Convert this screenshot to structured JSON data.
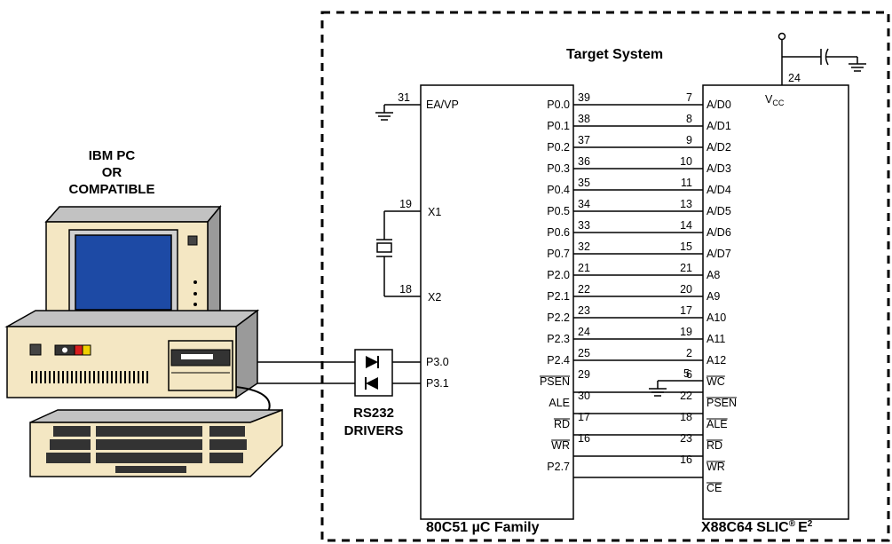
{
  "target_system_title": "Target System",
  "pc_label": [
    "IBM PC",
    "OR",
    "COMPATIBLE"
  ],
  "rs232_label": [
    "RS232",
    "DRIVERS"
  ],
  "mcu": {
    "caption": "80C51 µC Family",
    "left_pins": [
      {
        "name": "EA/VP",
        "num": "31"
      },
      {
        "name": "X1",
        "num": "19"
      },
      {
        "name": "X2",
        "num": "18"
      },
      {
        "name": "P3.0",
        "num": ""
      },
      {
        "name": "P3.1",
        "num": ""
      }
    ],
    "right_pins": [
      {
        "name": "P0.0",
        "num": "39",
        "bar": false
      },
      {
        "name": "P0.1",
        "num": "38",
        "bar": false
      },
      {
        "name": "P0.2",
        "num": "37",
        "bar": false
      },
      {
        "name": "P0.3",
        "num": "36",
        "bar": false
      },
      {
        "name": "P0.4",
        "num": "35",
        "bar": false
      },
      {
        "name": "P0.5",
        "num": "34",
        "bar": false
      },
      {
        "name": "P0.6",
        "num": "33",
        "bar": false
      },
      {
        "name": "P0.7",
        "num": "32",
        "bar": false
      },
      {
        "name": "P2.0",
        "num": "21",
        "bar": false
      },
      {
        "name": "P2.1",
        "num": "22",
        "bar": false
      },
      {
        "name": "P2.2",
        "num": "23",
        "bar": false
      },
      {
        "name": "P2.3",
        "num": "24",
        "bar": false
      },
      {
        "name": "P2.4",
        "num": "25",
        "bar": false
      },
      {
        "name": "PSEN",
        "num": "29",
        "bar": true
      },
      {
        "name": "ALE",
        "num": "30",
        "bar": false
      },
      {
        "name": "RD",
        "num": "17",
        "bar": true
      },
      {
        "name": "WR",
        "num": "16",
        "bar": true
      },
      {
        "name": "P2.7",
        "num": "",
        "bar": false
      }
    ]
  },
  "eeprom": {
    "caption_main": "X88C64 SLIC",
    "caption_reg": "®",
    "caption_e": "E",
    "caption_sup": "2",
    "vcc_label": "V",
    "vcc_sub": "CC",
    "vcc_pin": "24",
    "pins": [
      {
        "name": "A/D0",
        "num": "7",
        "bar": false
      },
      {
        "name": "A/D1",
        "num": "8",
        "bar": false
      },
      {
        "name": "A/D2",
        "num": "9",
        "bar": false
      },
      {
        "name": "A/D3",
        "num": "10",
        "bar": false
      },
      {
        "name": "A/D4",
        "num": "11",
        "bar": false
      },
      {
        "name": "A/D5",
        "num": "13",
        "bar": false
      },
      {
        "name": "A/D6",
        "num": "14",
        "bar": false
      },
      {
        "name": "A/D7",
        "num": "15",
        "bar": false
      },
      {
        "name": "A8",
        "num": "21",
        "bar": false
      },
      {
        "name": "A9",
        "num": "20",
        "bar": false
      },
      {
        "name": "A10",
        "num": "17",
        "bar": false
      },
      {
        "name": "A11",
        "num": "19",
        "bar": false
      },
      {
        "name": "A12",
        "num": "2",
        "bar": false
      },
      {
        "name": "WC",
        "num": "6",
        "bar": true
      },
      {
        "name": "PSEN",
        "num": "22",
        "bar": true
      },
      {
        "name": "ALE",
        "num": "18",
        "bar": true
      },
      {
        "name": "RD",
        "num": "23",
        "bar": true
      },
      {
        "name": "WR",
        "num": "16",
        "bar": true
      },
      {
        "name": "CE",
        "num": "",
        "bar": true
      }
    ],
    "extra_pin_num": "5"
  }
}
